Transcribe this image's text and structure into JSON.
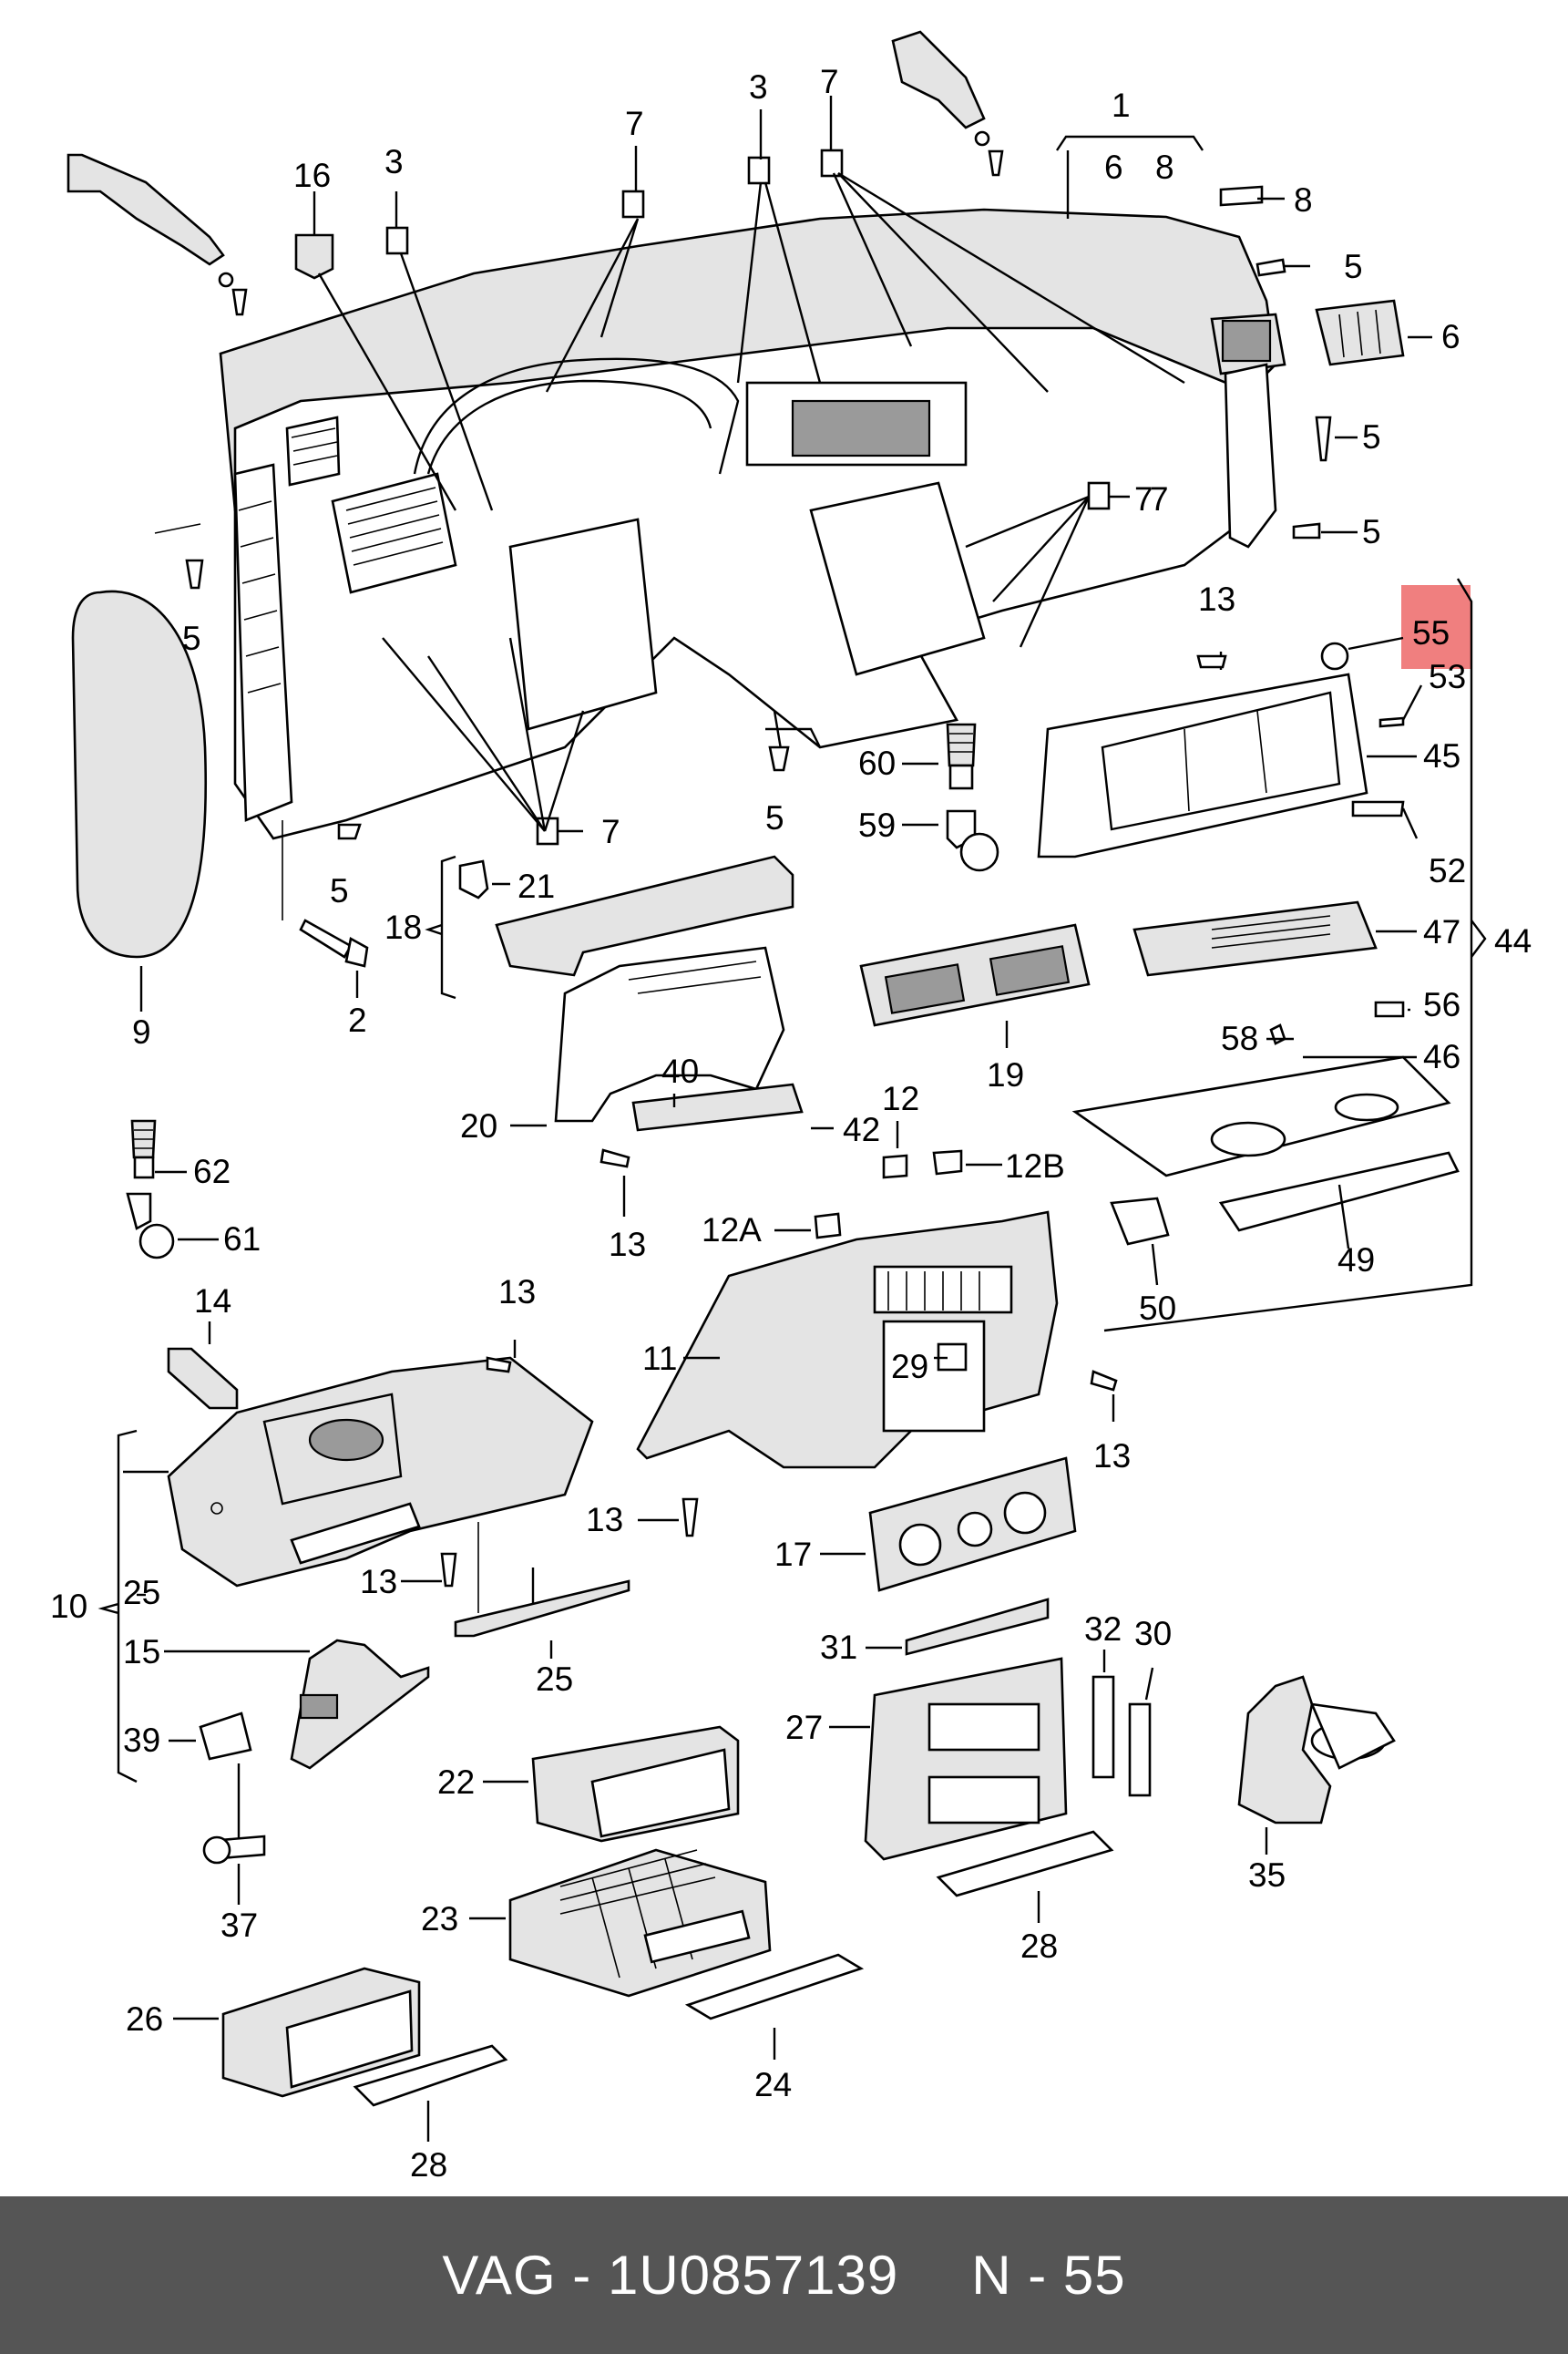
{
  "footer": {
    "brand": "VAG",
    "separator": "-",
    "part_number": "1U0857139",
    "position_label": "N - 55"
  },
  "highlight": {
    "label": "55",
    "color": "#f07f7f"
  },
  "callouts": [
    {
      "id": "c1",
      "text": "1"
    },
    {
      "id": "c6a",
      "text": "6"
    },
    {
      "id": "c8a",
      "text": "8"
    },
    {
      "id": "c3a",
      "text": "3"
    },
    {
      "id": "c7a",
      "text": "7"
    },
    {
      "id": "c7b",
      "text": "7"
    },
    {
      "id": "c16",
      "text": "16"
    },
    {
      "id": "c3b",
      "text": "3"
    },
    {
      "id": "c7c",
      "text": "7"
    },
    {
      "id": "c8b",
      "text": "8"
    },
    {
      "id": "c5a",
      "text": "5"
    },
    {
      "id": "c6b",
      "text": "6"
    },
    {
      "id": "c5b",
      "text": "5"
    },
    {
      "id": "c5c",
      "text": "5"
    },
    {
      "id": "c7d",
      "text": "7"
    },
    {
      "id": "c5d",
      "text": "5"
    },
    {
      "id": "c13a",
      "text": "13"
    },
    {
      "id": "c53",
      "text": "53"
    },
    {
      "id": "c45",
      "text": "45"
    },
    {
      "id": "c52",
      "text": "52"
    },
    {
      "id": "c47",
      "text": "47"
    },
    {
      "id": "c44",
      "text": "44"
    },
    {
      "id": "c56",
      "text": "56"
    },
    {
      "id": "c58",
      "text": "58"
    },
    {
      "id": "c46",
      "text": "46"
    },
    {
      "id": "c49",
      "text": "49"
    },
    {
      "id": "c50",
      "text": "50"
    },
    {
      "id": "c60",
      "text": "60"
    },
    {
      "id": "c59",
      "text": "59"
    },
    {
      "id": "c5e",
      "text": "5"
    },
    {
      "id": "c7e",
      "text": "7"
    },
    {
      "id": "c5f",
      "text": "5"
    },
    {
      "id": "c9",
      "text": "9"
    },
    {
      "id": "c2",
      "text": "2"
    },
    {
      "id": "c21",
      "text": "21"
    },
    {
      "id": "c18",
      "text": "18"
    },
    {
      "id": "c19",
      "text": "19"
    },
    {
      "id": "c40",
      "text": "40"
    },
    {
      "id": "c42",
      "text": "42"
    },
    {
      "id": "c20",
      "text": "20"
    },
    {
      "id": "c13b",
      "text": "13"
    },
    {
      "id": "c12",
      "text": "12"
    },
    {
      "id": "c12b",
      "text": "12B"
    },
    {
      "id": "c12a",
      "text": "12A"
    },
    {
      "id": "c62",
      "text": "62"
    },
    {
      "id": "c61",
      "text": "61"
    },
    {
      "id": "c14",
      "text": "14"
    },
    {
      "id": "c13c",
      "text": "13"
    },
    {
      "id": "c11",
      "text": "11"
    },
    {
      "id": "c29",
      "text": "29"
    },
    {
      "id": "c13d",
      "text": "13"
    },
    {
      "id": "c13e",
      "text": "13"
    },
    {
      "id": "c10",
      "text": "10"
    },
    {
      "id": "c25a",
      "text": "25"
    },
    {
      "id": "c13f",
      "text": "13"
    },
    {
      "id": "c25b",
      "text": "25"
    },
    {
      "id": "c17",
      "text": "17"
    },
    {
      "id": "c15",
      "text": "15"
    },
    {
      "id": "c39",
      "text": "39"
    },
    {
      "id": "c31",
      "text": "31"
    },
    {
      "id": "c32",
      "text": "32"
    },
    {
      "id": "c30",
      "text": "30"
    },
    {
      "id": "c27",
      "text": "27"
    },
    {
      "id": "c22",
      "text": "22"
    },
    {
      "id": "c37",
      "text": "37"
    },
    {
      "id": "c23",
      "text": "23"
    },
    {
      "id": "c35",
      "text": "35"
    },
    {
      "id": "c28a",
      "text": "28"
    },
    {
      "id": "c26",
      "text": "26"
    },
    {
      "id": "c24",
      "text": "24"
    },
    {
      "id": "c28b",
      "text": "28"
    }
  ]
}
